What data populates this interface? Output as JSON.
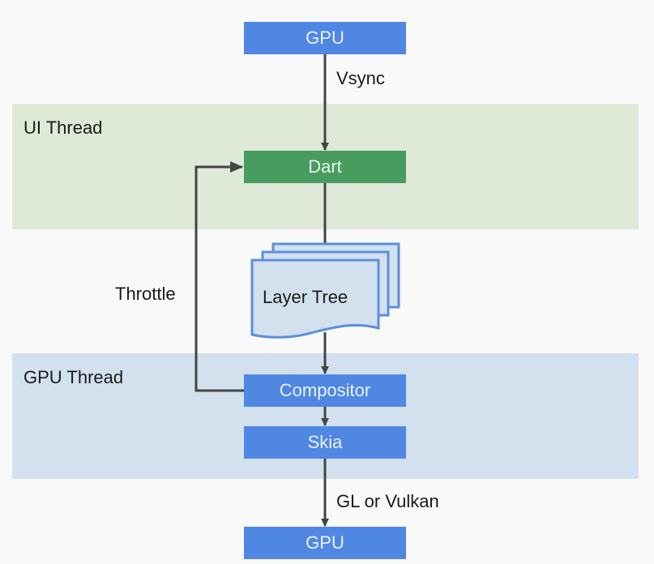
{
  "diagram": {
    "colors": {
      "background": "#f8f9f8",
      "ui_thread_band": "#dfe9d7",
      "gpu_thread_band": "#d3e1ee",
      "blue_node": "#4f87e3",
      "green_node": "#489c5f",
      "layer_tree_fill": "#d3e1ee",
      "layer_tree_stroke": "#5b8fdc",
      "arrow": "#444444"
    },
    "bands": {
      "ui_thread": "UI Thread",
      "gpu_thread": "GPU Thread"
    },
    "nodes": {
      "gpu_top": "GPU",
      "dart": "Dart",
      "layer_tree": "Layer Tree",
      "compositor": "Compositor",
      "skia": "Skia",
      "gpu_bottom": "GPU"
    },
    "edges": {
      "vsync": "Vsync",
      "throttle": "Throttle",
      "gl_or_vulkan": "GL or Vulkan"
    }
  }
}
